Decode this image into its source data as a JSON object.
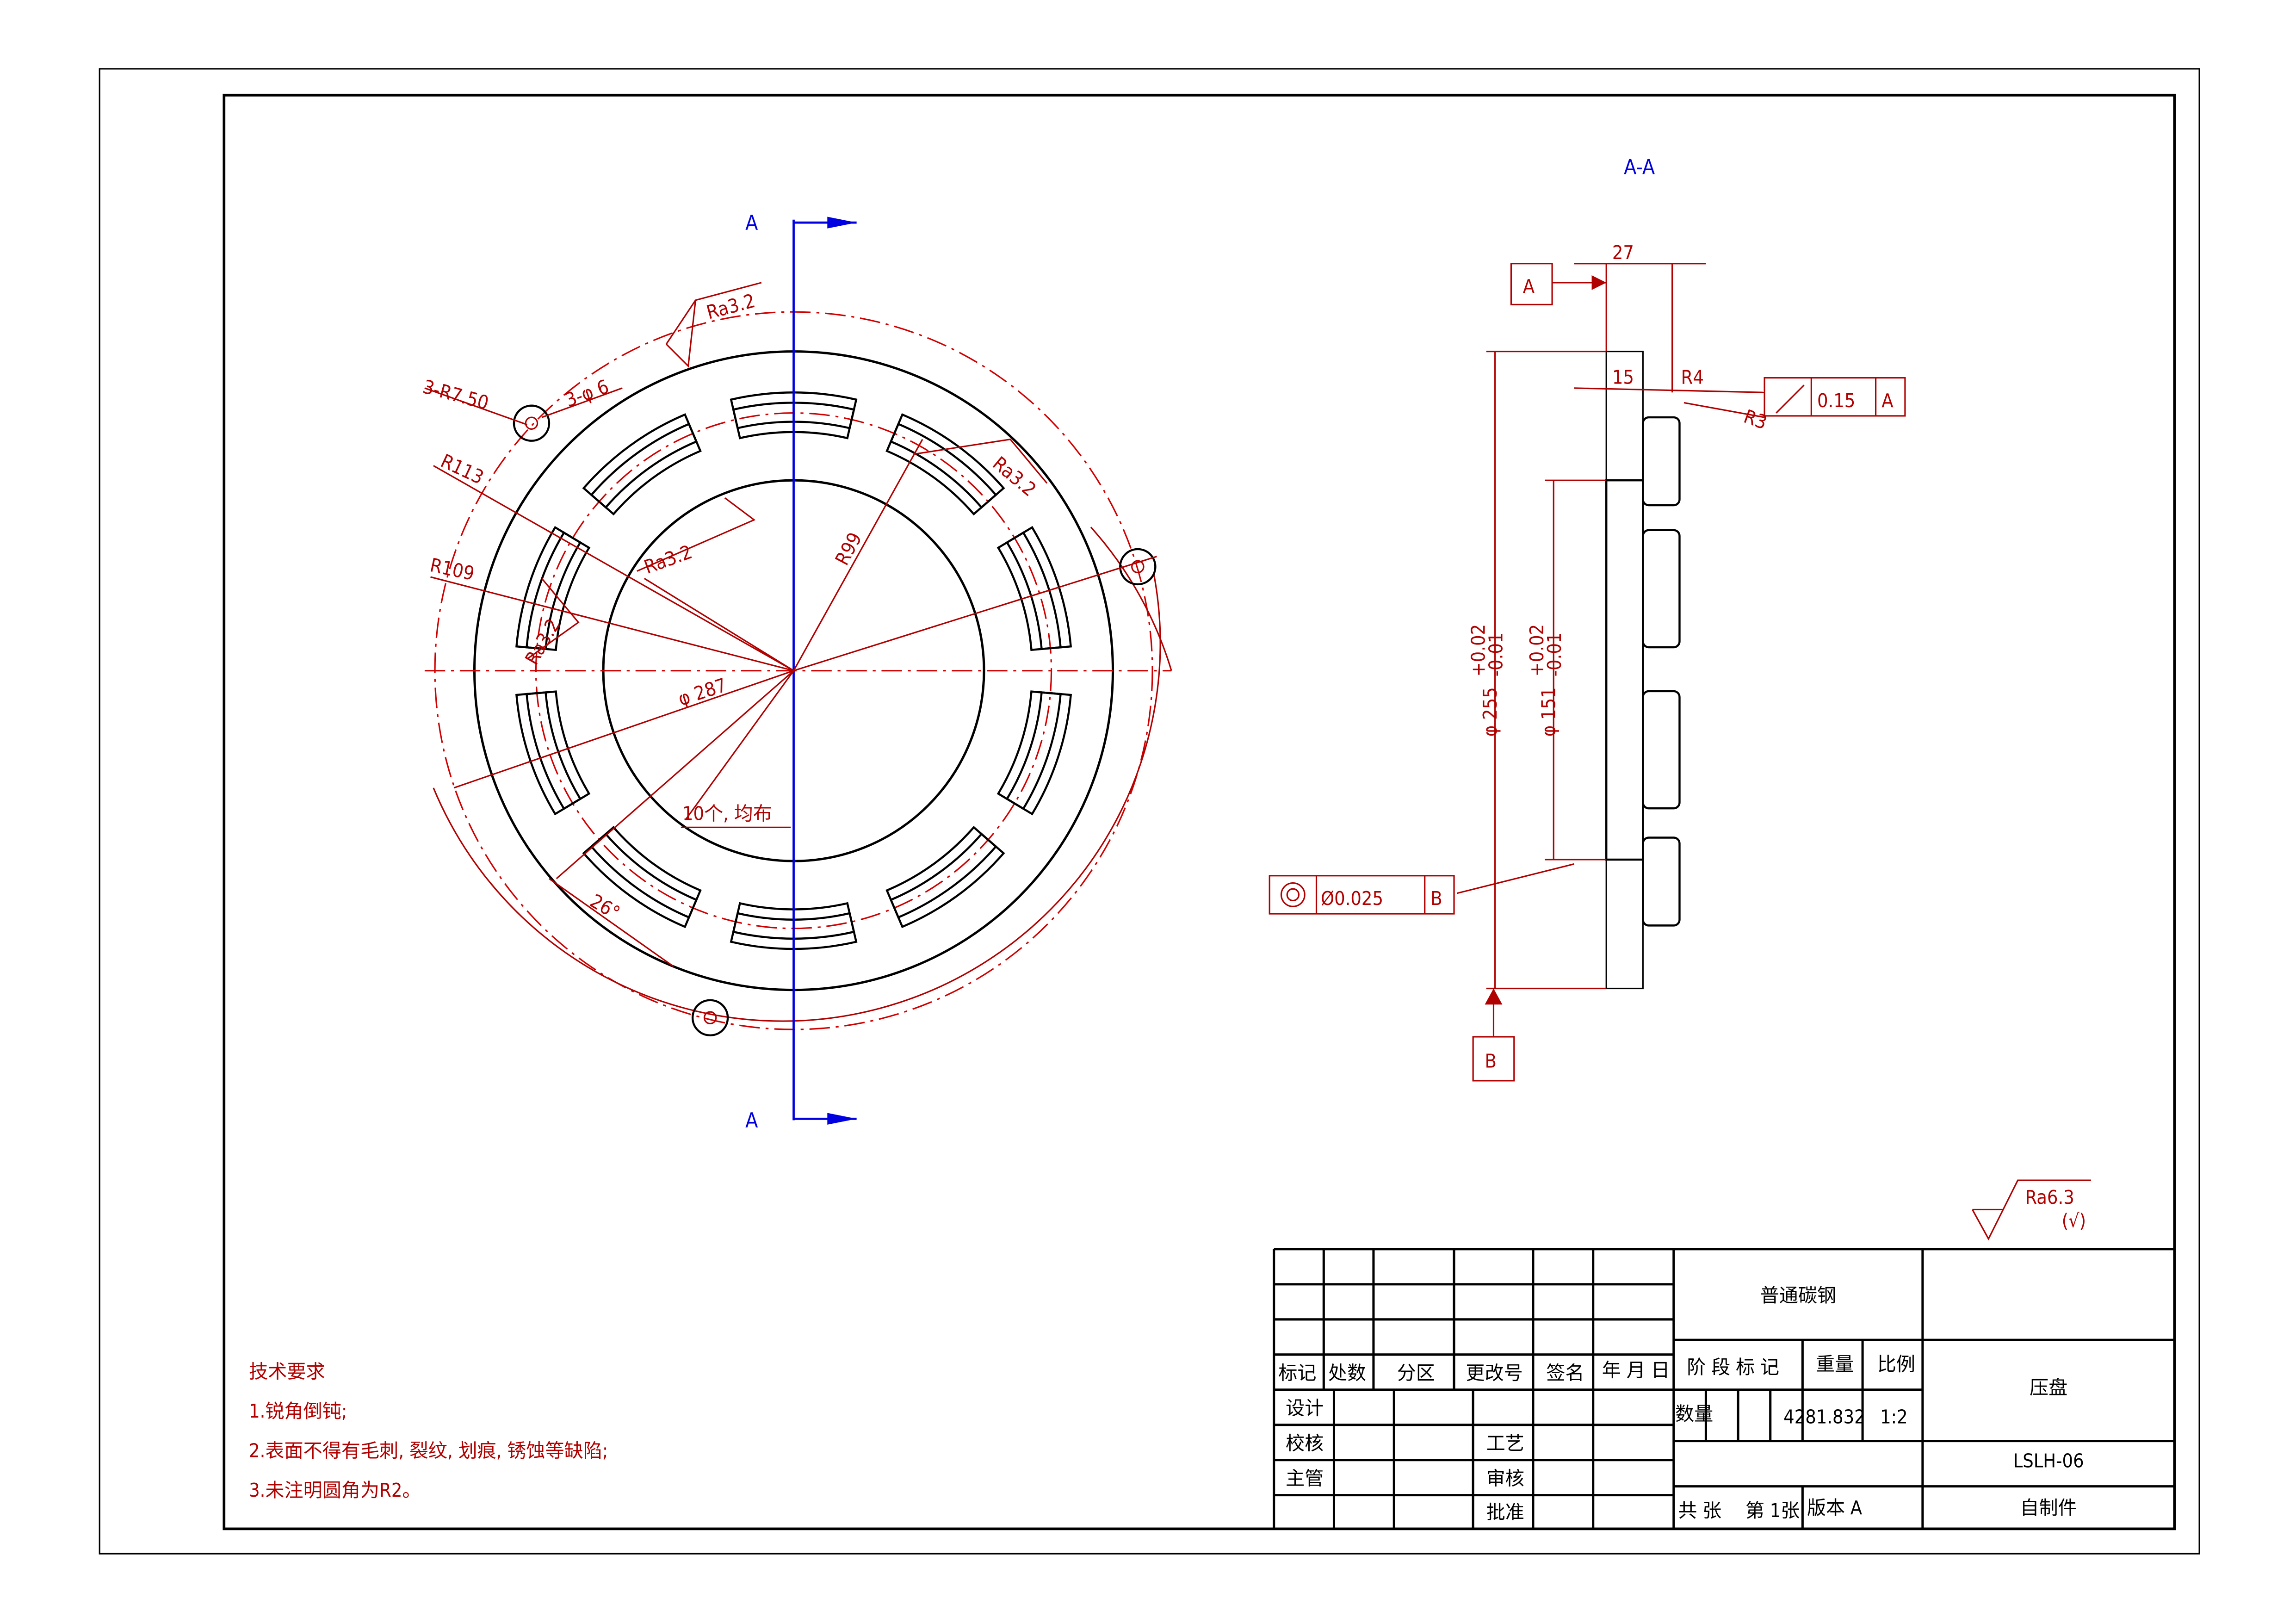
{
  "section_markers": {
    "top": "A",
    "bottom": "A",
    "section_title": "A-A"
  },
  "main_view": {
    "lug_radius": "3-R7.50",
    "lug_holes": "3-φ 6",
    "ra_top": "Ra3.2",
    "ra_right": "Ra3.2",
    "ra_inner": "Ra3.2",
    "ra_slot": "Ra3.2",
    "r113": "R113",
    "r109": "R109",
    "r99": "R99",
    "phi287": "φ 287",
    "slot_count": "10个, 均布",
    "slot_angle": "26°"
  },
  "section_view": {
    "dim_27": "27",
    "dim_15": "15",
    "r4": "R4",
    "r3": "R3",
    "flatness_value": "0.15",
    "flatness_datum": "A",
    "datum_a": "A",
    "datum_b": "B",
    "phi255": "φ 255",
    "phi255_upper": "+0.02",
    "phi255_lower": "-0.01",
    "phi151": "φ 151",
    "phi151_upper": "+0.02",
    "phi151_lower": "-0.01",
    "concentricity_value": "Ø0.025",
    "concentricity_datum": "B"
  },
  "surface_finish": {
    "value": "Ra6.3",
    "note": "(√)"
  },
  "tech_requirements": {
    "title": "技术要求",
    "items": [
      "1.锐角倒钝;",
      "2.表面不得有毛刺, 裂纹, 划痕, 锈蚀等缺陷;",
      "3.未注明圆角为R2。"
    ]
  },
  "title_block": {
    "material": "普通碳钢",
    "part_name": "压盘",
    "drawing_no": "LSLH-06",
    "source": "自制件",
    "headers": [
      "标记",
      "处数",
      "分区",
      "更改号",
      "签名",
      "年 月 日"
    ],
    "roles": [
      "设计",
      "校核",
      "主管"
    ],
    "roles2": [
      "工艺",
      "审核",
      "批准"
    ],
    "stage_mark": "阶 段 标 记",
    "weight_label": "重量",
    "scale_label": "比例",
    "quantity_label": "数量",
    "weight_value": "4281.832",
    "scale_value": "1:2",
    "sheets": "共 张",
    "sheet_no": "第 1张",
    "version": "版本 A"
  }
}
